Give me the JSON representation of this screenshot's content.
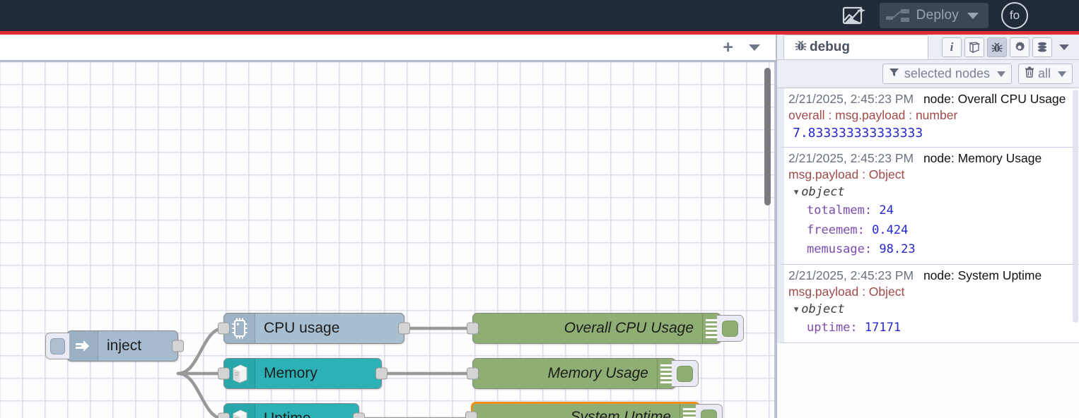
{
  "header": {
    "flow_ai_icon": "flow-ai-sparkle-icon",
    "deploy_icon": "deploy-nodes-icon",
    "deploy_label": "Deploy",
    "deploy_caret_icon": "chevron-down-icon",
    "avatar_initials": "fo",
    "menu_icon": "hamburger-menu-icon",
    "accent_bar_color": "#e02b34",
    "background_color": "#202a38"
  },
  "workspace": {
    "add_tab_label": "+",
    "add_tab_icon": "plus-icon",
    "tab_menu_icon": "chevron-down-icon",
    "nodes": [
      {
        "name": "inject",
        "label": "inject",
        "type": "inject",
        "icon": "inject-arrow-icon",
        "color": "#a6bbd0",
        "has_inject_button": true,
        "has_input": false,
        "has_output": true
      },
      {
        "name": "cpu-usage",
        "label": "CPU usage",
        "type": "cpu",
        "icon": "cpu-chip-icon",
        "color": "#a8bed1",
        "has_input": true,
        "has_output": true
      },
      {
        "name": "memory",
        "label": "Memory",
        "type": "os",
        "icon": "server-tower-icon",
        "color": "#2cb2b6",
        "has_input": true,
        "has_output": true
      },
      {
        "name": "uptime",
        "label": "Uptime",
        "type": "os",
        "icon": "server-tower-icon",
        "color": "#2cb2b6",
        "has_input": true,
        "has_output": true
      },
      {
        "name": "overall-cpu-usage",
        "label": "Overall CPU Usage",
        "type": "debug",
        "color": "#8fae73",
        "selected": false,
        "has_input": true,
        "has_output": false
      },
      {
        "name": "memory-usage",
        "label": "Memory Usage",
        "type": "debug",
        "color": "#8fae73",
        "selected": false,
        "has_input": true,
        "has_output": false
      },
      {
        "name": "system-uptime",
        "label": "System Uptime",
        "type": "debug",
        "color": "#8fae73",
        "selected": true,
        "selection_color": "#ef8f1c",
        "has_input": true,
        "has_output": false
      }
    ]
  },
  "sidebar": {
    "tab": {
      "label": "debug",
      "icon": "bug-icon"
    },
    "tools": [
      {
        "name": "info-tab-icon",
        "glyph": "i",
        "active": false
      },
      {
        "name": "help-book-icon",
        "glyph": "❐",
        "active": false
      },
      {
        "name": "debug-bug-icon",
        "glyph": "☢",
        "active": true
      },
      {
        "name": "config-gear-icon",
        "glyph": "⚙",
        "active": false
      },
      {
        "name": "context-data-icon",
        "glyph": "≡",
        "active": false
      }
    ],
    "tools_caret_icon": "chevron-down-icon",
    "filters": {
      "node_filter_label": "selected nodes",
      "node_filter_icon": "funnel-filter-icon",
      "clear_label": "all",
      "clear_icon": "trash-icon",
      "caret_icon": "chevron-down-icon"
    },
    "messages": [
      {
        "timestamp": "2/21/2025, 2:45:23 PM",
        "node": "node: Overall CPU Usage",
        "topic": "overall : msg.payload : number",
        "kind": "value",
        "value": "7.833333333333333"
      },
      {
        "timestamp": "2/21/2025, 2:45:23 PM",
        "node": "node: Memory Usage",
        "topic": "msg.payload : Object",
        "kind": "object",
        "object_label": "object",
        "rows": [
          {
            "key": "totalmem",
            "value": "24"
          },
          {
            "key": "freemem",
            "value": "0.424"
          },
          {
            "key": "memusage",
            "value": "98.23"
          }
        ]
      },
      {
        "timestamp": "2/21/2025, 2:45:23 PM",
        "node": "node: System Uptime",
        "topic": "msg.payload : Object",
        "kind": "object",
        "object_label": "object",
        "rows": [
          {
            "key": "uptime",
            "value": "17171"
          }
        ]
      }
    ]
  }
}
